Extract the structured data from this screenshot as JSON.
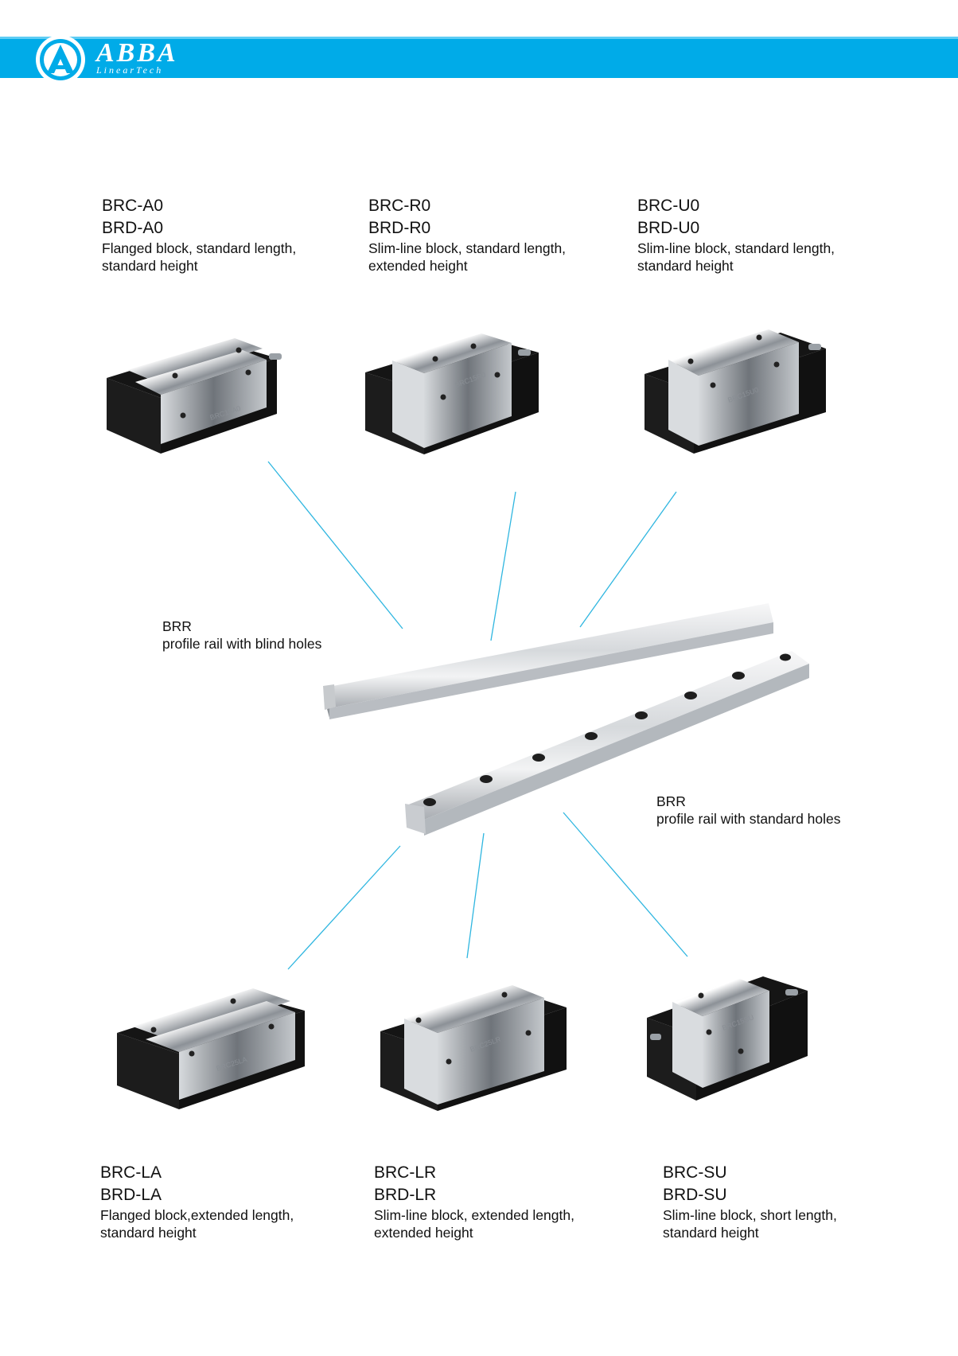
{
  "brand": {
    "name": "ABBA",
    "tagline": "LinearTech"
  },
  "colors": {
    "header": "#00abe8",
    "connector": "#2fb6e0",
    "block_dark": "#151515",
    "block_steel": "#c9cdd1"
  },
  "top_blocks": [
    {
      "model1": "BRC-A0",
      "model2": "BRD-A0",
      "desc1": "Flanged block, standard length,",
      "desc2": "standard height",
      "engraving": "BRC15A0"
    },
    {
      "model1": "BRC-R0",
      "model2": "BRD-R0",
      "desc1": "Slim-line block, standard length,",
      "desc2": "extended height",
      "engraving": "BRC15R0"
    },
    {
      "model1": "BRC-U0",
      "model2": "BRD-U0",
      "desc1": "Slim-line block, standard length,",
      "desc2": "standard height",
      "engraving": "BRC15U0"
    }
  ],
  "rails": [
    {
      "line1": "BRR",
      "line2": "profile rail with blind holes"
    },
    {
      "line1": "BRR",
      "line2": "profile rail with standard holes"
    }
  ],
  "bottom_blocks": [
    {
      "model1": "BRC-LA",
      "model2": "BRD-LA",
      "desc1": "Flanged block,extended length,",
      "desc2": "standard height",
      "engraving": "BRC25LA"
    },
    {
      "model1": "BRC-LR",
      "model2": "BRD-LR",
      "desc1": "Slim-line block, extended length,",
      "desc2": "extended height",
      "engraving": "BRC25LR"
    },
    {
      "model1": "BRC-SU",
      "model2": "BRD-SU",
      "desc1": "Slim-line block, short length,",
      "desc2": "standard height",
      "engraving": "BRC15SU"
    }
  ]
}
